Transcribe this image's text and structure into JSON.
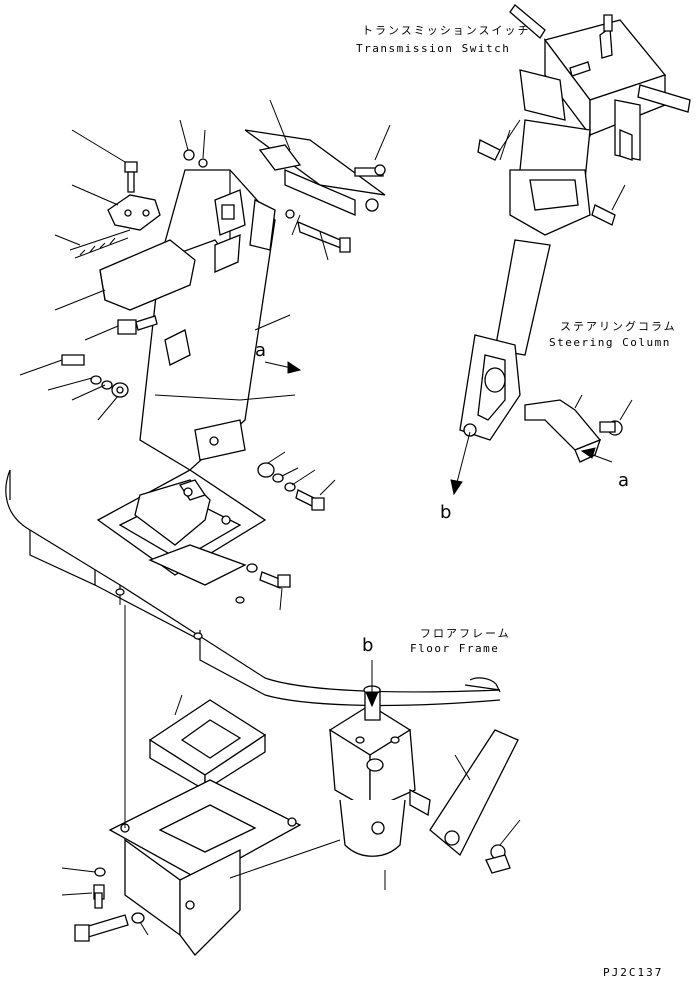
{
  "labels": {
    "transmission_switch_jp": "トランスミッションスイッチ",
    "transmission_switch_en": "Transmission Switch",
    "steering_column_jp": "ステアリングコラム",
    "steering_column_en": "Steering Column",
    "floor_frame_jp": "フロアフレーム",
    "floor_frame_en": "Floor Frame",
    "arrow_a": "a",
    "arrow_b": "b",
    "drawing_code": "PJ2C137"
  }
}
